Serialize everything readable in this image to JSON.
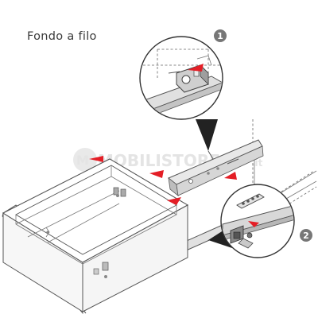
{
  "title": "Fondo a filo",
  "watermark": {
    "text": "MOBILISTORE",
    "suffix": ".it"
  },
  "callouts": [
    {
      "number": "1"
    },
    {
      "number": "2"
    }
  ],
  "colors": {
    "accent": "#e41e26",
    "line": "#555555",
    "badge": "#777777",
    "rail": "#cfcfcf"
  }
}
